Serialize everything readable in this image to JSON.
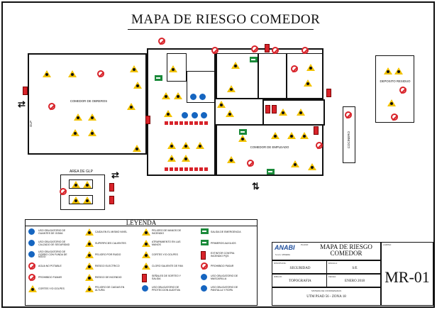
{
  "title": "MAPA DE RIESGO COMEDOR",
  "areas": {
    "comedor_obreros": "COMEDOR DE OBREROS",
    "comedor_empleados": "COMEDOR DE EMPLEADO",
    "area_glp": "AREA DE GLP",
    "deposito_residuos": "DEPOSITO RESIDUO",
    "cocineros": "COCINERO",
    "glp_side": "GLP"
  },
  "legend": {
    "title": "LEYENDA",
    "items": [
      "USO OBLIGATORIO DE GUANTES DE GOMA",
      "USO OBLIGATORIO DE CALZADO DE SEGURIDAD",
      "USO OBLIGATORIO DE GORRO CON FUNDA DE NODO",
      "AGUA NO POTABLE",
      "PROHIBIDO FUMAR",
      "CORTES Y/O GOLPES",
      "CAIDA EN EL MISMO NIVEL",
      "SUPERFICIES CALIENTES",
      "PELIGRO POR RUIDO",
      "RIESGO ELECTRICO",
      "RIESGO DE INCENDIO",
      "PELIGRO DE CAIDAS EN ALTURA",
      "PELIGRO DE MANOS DE INCENDIO",
      "ATRAPAMIENTO EN LAS MANOS",
      "CORTES Y/O GOLPES",
      "CLORO SALIENTE DE FAN",
      "SEÑALES DE SORTEO Y SALIDA",
      "USO OBLIGATORIO DE PROTECCION AUDITIVA",
      "SALIDA DE EMERGENCIA",
      "PRIMEROS AUXILIOS",
      "EXTINTOR CONTRA INCENDIO PQS",
      "PROHIBIDO PASAR",
      "USO OBLIGATORIO DE MASCARILLA",
      "USO OBLIGATORIO DE PANTALLA Y ROPA"
    ]
  },
  "title_block": {
    "logo": "ANABI",
    "logo_sub": "S.A.A. MINERA",
    "plano_label": "PLANO:",
    "plano": "MAPA DE RIESGO\nCOMEDOR",
    "disciplina_label": "DISCIPLINA:",
    "disciplina": "SEGURIDAD",
    "escala_label": "ESCALA:",
    "escala": "S/E",
    "lamina_label": "LAMINA:",
    "lamina": "MR-01",
    "dibujo_label": "DIBUJO:",
    "dibujo": "TOPOGRAFIA",
    "fecha_label": "FECHA:",
    "fecha": "ENERO 2018",
    "coord_label": "SISTEMA DE COORDENADAS",
    "coord": "UTM PSAD 56 - ZONA 18"
  },
  "colors": {
    "warning": "#f2c200",
    "prohibition": "#d8232a",
    "mandatory": "#1565c0",
    "safe": "#1b8a3a"
  }
}
